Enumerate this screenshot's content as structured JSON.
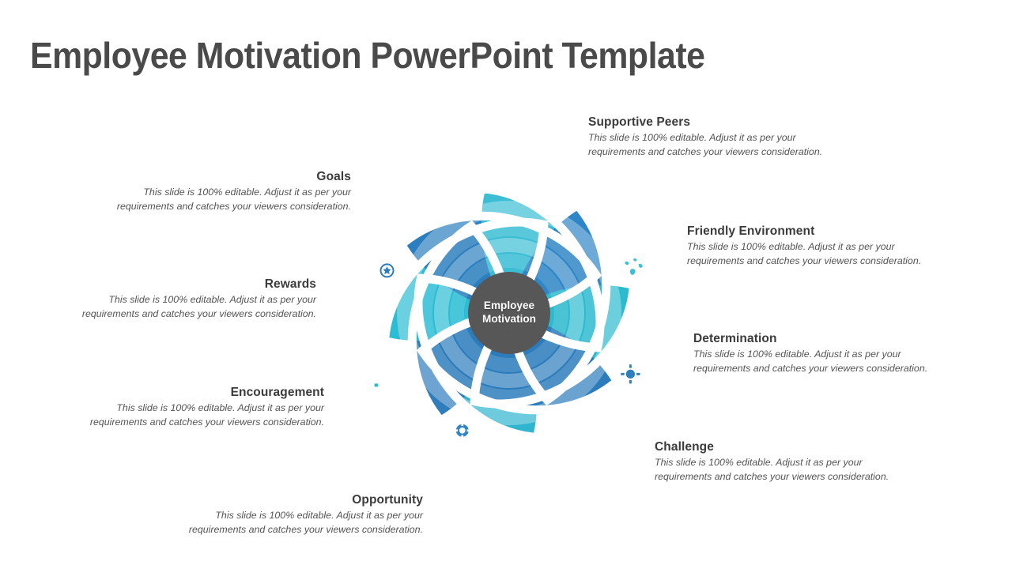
{
  "slide": {
    "title": "Employee Motivation PowerPoint Template",
    "background_color": "#ffffff",
    "title_color": "#4a4a4a"
  },
  "hub": {
    "label_line1": "Employee",
    "label_line2": "Motivation",
    "fill_color": "#575757",
    "text_color": "#ffffff"
  },
  "body_text": "This slide is 100% editable. Adjust it as per your requirements and catches your viewers consideration.",
  "segments": [
    {
      "id": "goals",
      "title": "Goals",
      "body": "This slide is 100% editable. Adjust it as per your requirements and catches your viewers consideration.",
      "icon": "target-icon",
      "color": "#2fb5cf",
      "shade_color": "#2795ad",
      "side": "left"
    },
    {
      "id": "supportive-peers",
      "title": "Supportive Peers",
      "body": "This slide is 100% editable. Adjust it as per your requirements and catches your viewers consideration.",
      "icon": "people-group-icon",
      "color": "#2f7dbd",
      "shade_color": "#25689f",
      "side": "right"
    },
    {
      "id": "friendly-environment",
      "title": "Friendly Environment",
      "body": "This slide is 100% editable. Adjust it as per your requirements and catches your viewers consideration.",
      "icon": "eco-globe-icon",
      "color": "#2bbdd4",
      "shade_color": "#229cb0",
      "side": "right"
    },
    {
      "id": "determination",
      "title": "Determination",
      "body": "This slide is 100% editable. Adjust it as per your requirements and catches your viewers consideration.",
      "icon": "team-gear-icon",
      "color": "#2b7fbe",
      "shade_color": "#21699e",
      "side": "right"
    },
    {
      "id": "challenge",
      "title": "Challenge",
      "body": "This slide is 100% editable. Adjust it as per your requirements and catches your viewers consideration.",
      "icon": "mountain-flag-icon",
      "color": "#3bbed4",
      "shade_color": "#2a9db2",
      "side": "right"
    },
    {
      "id": "opportunity",
      "title": "Opportunity",
      "body": "This slide is 100% editable. Adjust it as per your requirements and catches your viewers consideration.",
      "icon": "lightbulb-gear-icon",
      "color": "#2e86c6",
      "shade_color": "#246fa6",
      "side": "left"
    },
    {
      "id": "encouragement",
      "title": "Encouragement",
      "body": "This slide is 100% editable. Adjust it as per your requirements and catches your viewers consideration.",
      "icon": "thumbs-up-plus-icon",
      "color": "#2dbacf",
      "shade_color": "#2399af",
      "side": "left"
    },
    {
      "id": "rewards",
      "title": "Rewards",
      "body": "This slide is 100% editable. Adjust it as per your requirements and catches your viewers consideration.",
      "icon": "medal-star-icon",
      "color": "#2c7cbc",
      "shade_color": "#22669c",
      "side": "left"
    }
  ]
}
